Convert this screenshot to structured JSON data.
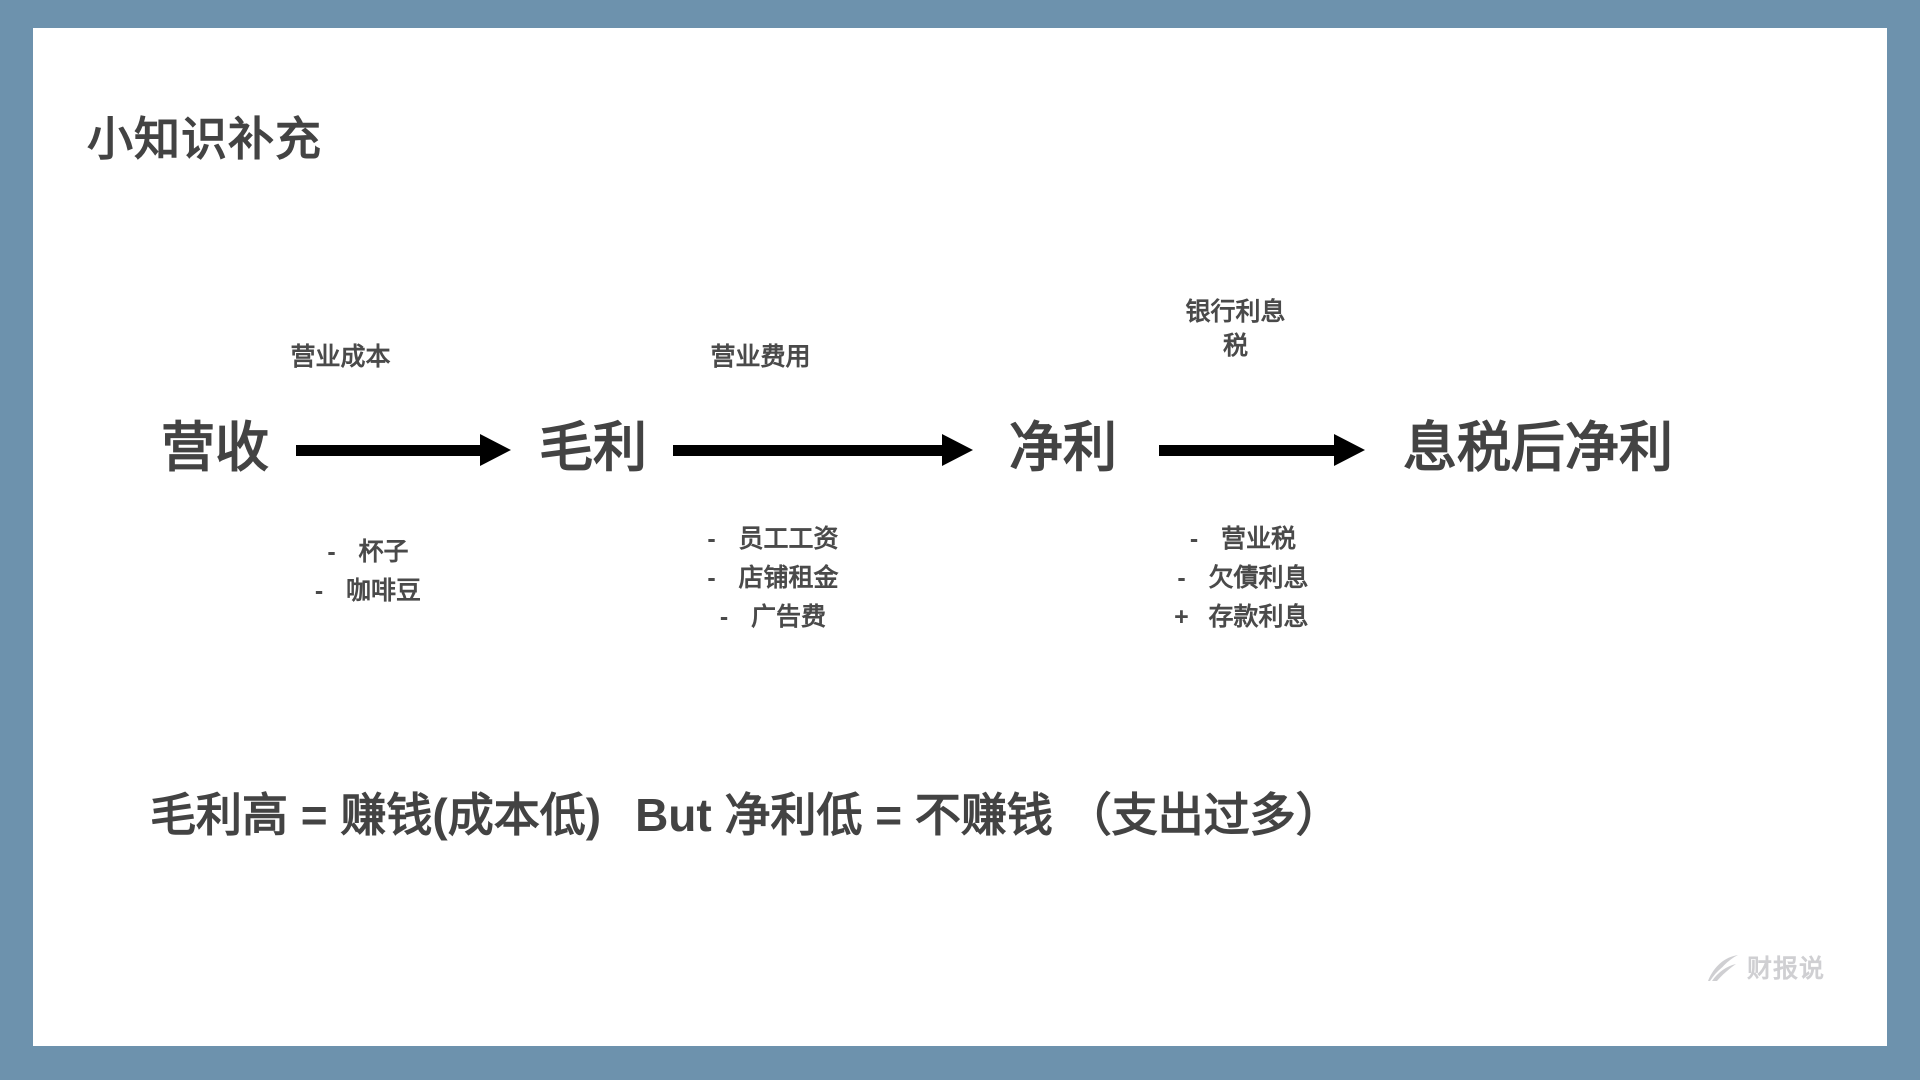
{
  "slide": {
    "title": "小知识补充",
    "background_color": "#ffffff",
    "frame_color": "#6d92ad",
    "text_color": "#434343",
    "accent_color": "#000000"
  },
  "flow": {
    "nodes": [
      {
        "label": "营收"
      },
      {
        "label": "毛利"
      },
      {
        "label": "净利"
      },
      {
        "label": "息税后净利"
      }
    ],
    "arrows": [
      {
        "label_line1": "营业成本",
        "label_line2": "",
        "items": [
          {
            "mark": "-",
            "text": "杯子"
          },
          {
            "mark": "-",
            "text": "咖啡豆"
          }
        ]
      },
      {
        "label_line1": "营业费用",
        "label_line2": "",
        "items": [
          {
            "mark": "-",
            "text": "员工工资"
          },
          {
            "mark": "-",
            "text": "店铺租金"
          },
          {
            "mark": "-",
            "text": "广告费"
          }
        ]
      },
      {
        "label_line1": "银行利息",
        "label_line2": "税",
        "items": [
          {
            "mark": "-",
            "text": "营业税"
          },
          {
            "mark": "-",
            "text": "欠債利息"
          },
          {
            "mark": "+",
            "text": "存款利息"
          }
        ]
      }
    ]
  },
  "conclusion": {
    "part1": "毛利高 = 赚钱(成本低)",
    "part2": "But 净利低 = 不赚钱 （支出过多）"
  },
  "watermark": {
    "text": "财报说",
    "icon": "feather-swoosh-icon",
    "color": "#cfcfd2"
  }
}
